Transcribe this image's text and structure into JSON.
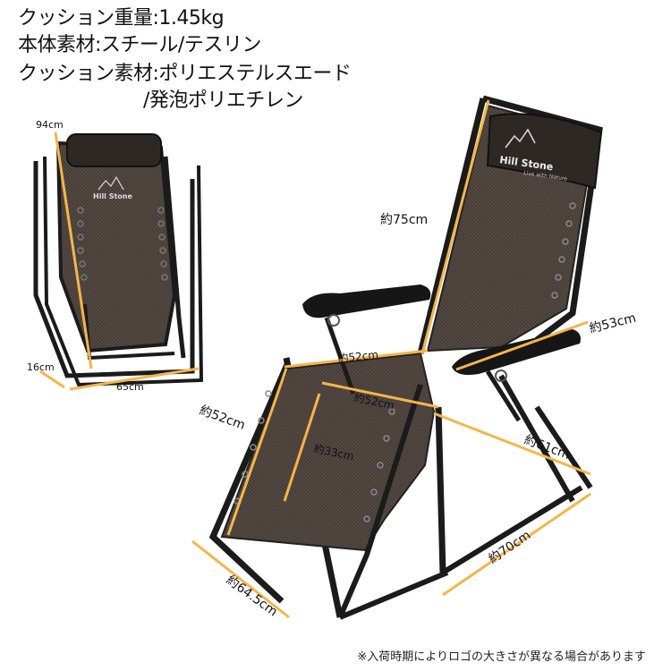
{
  "specs": {
    "cushion_weight": "クッション重量:1.45kg",
    "body_material": "本体素材:スチール/テスリン",
    "cushion_material_line1": "クッション素材:ポリエステルスエード",
    "cushion_material_line2": "/発泡ポリエチレン"
  },
  "brand": {
    "name": "Hill Stone",
    "tagline": "Live with Nature"
  },
  "folded_dimensions": {
    "height": "94cm",
    "depth": "16cm",
    "width": "65cm"
  },
  "chair_dimensions": {
    "backrest": "約75cm",
    "armrest_front": "約53cm",
    "width_top": "約52cm",
    "width_seat": "約52cm",
    "footrest_length": "約52cm",
    "footrest_inner": "約33cm",
    "seat_height": "約61cm",
    "depth": "約70cm",
    "base_width": "約64.5cm"
  },
  "colors": {
    "frame": "#1b1b1b",
    "fabric": "#4a403a",
    "dimension_line": "#f5b54a"
  },
  "note": "※入荷時期によりロゴの大きさが異なる場合があります"
}
